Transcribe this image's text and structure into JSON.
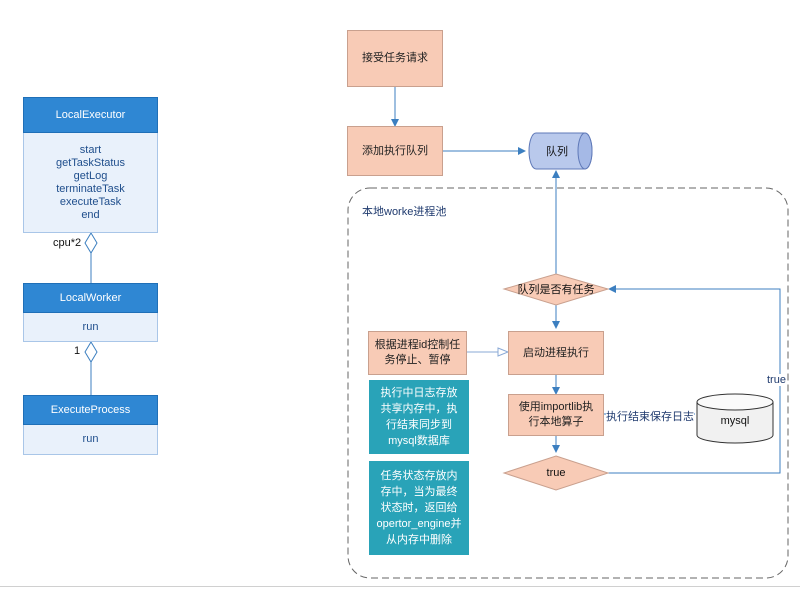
{
  "uml": {
    "local_executor": {
      "title": "LocalExecutor",
      "methods": [
        "start",
        "getTaskStatus",
        "getLog",
        "terminateTask",
        "executeTask",
        "end"
      ]
    },
    "local_worker": {
      "title": "LocalWorker",
      "methods": [
        "run"
      ]
    },
    "execute_process": {
      "title": "ExecuteProcess",
      "methods": [
        "run"
      ]
    },
    "mult_executor_worker": "cpu*2",
    "mult_worker_process": "1"
  },
  "flow": {
    "receive_task": "接受任务请求",
    "add_queue": "添加执行队列",
    "queue": "队列",
    "pool_label": "本地worke进程池",
    "has_task": "队列是否有任务",
    "control": [
      "根据进程id控制任",
      "务停止、暂停"
    ],
    "start_exec": "启动进程执行",
    "importlib": [
      "使用importlib执",
      "行本地算子"
    ],
    "save_log": "执行结束保存日志",
    "mysql": "mysql",
    "true_diamond": "true",
    "true_edge": "true",
    "note_log": [
      "执行中日志存放",
      "共享内存中，执",
      "行结束同步到",
      "mysql数据库"
    ],
    "note_status": [
      "任务状态存放内",
      "存中，当为最终",
      "状态时，返回给",
      "opertor_engine并",
      "从内存中删除"
    ]
  },
  "colors": {
    "uml_head": "#2f87d3",
    "uml_body": "#e9f1fb",
    "process": "#f8cbb6",
    "note": "#29a3b8",
    "queue": "#b9c9ec",
    "arrow": "#3c7fc0"
  }
}
